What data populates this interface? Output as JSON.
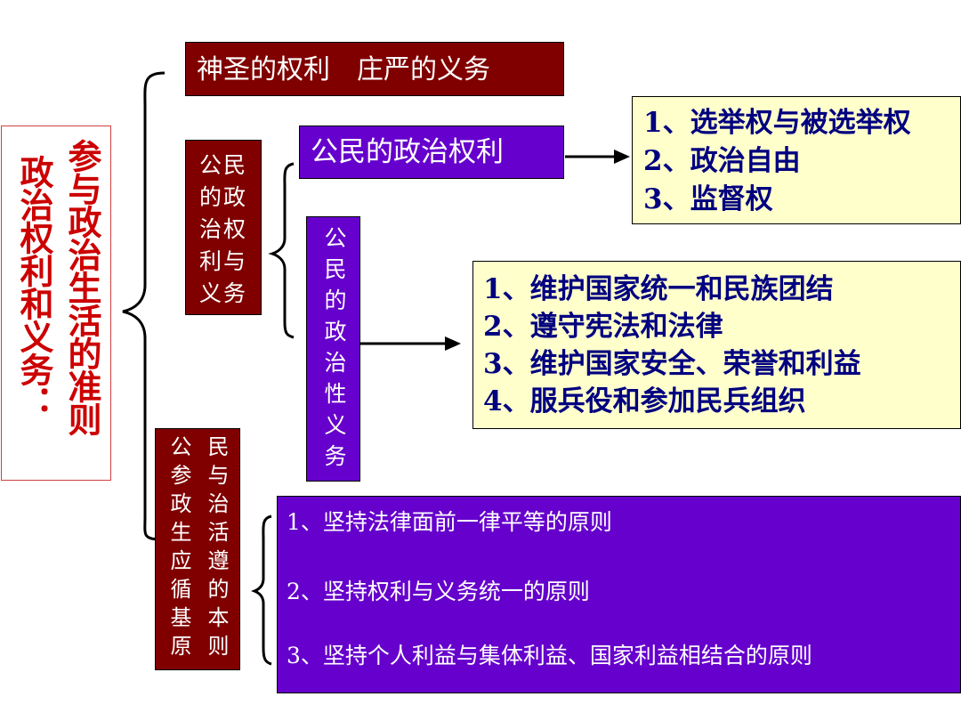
{
  "main_title": {
    "line1": "参与政治生活的准则",
    "line2": "政治权利和义务："
  },
  "top_box": "神圣的权利　庄严的义务",
  "rights_and_duties_box": [
    "公民",
    "的政",
    "治权",
    "利与",
    "义务"
  ],
  "political_rights": {
    "label": "公民的政治权利",
    "items": [
      "1、选举权与被选举权",
      "2、政治自由",
      "3、监督权"
    ]
  },
  "political_duties": {
    "label": "公民的政治性义务",
    "items": [
      "1、维护国家统一和民族团结",
      "2、遵守宪法和法律",
      "3、维护国家安全、荣誉和利益",
      "4、服兵役和参加民兵组织"
    ]
  },
  "principles_box": {
    "col_right": "公参政生应循基原",
    "col_left": "民与治活遵的本则"
  },
  "principles": {
    "items": [
      "1、坚持法律面前一律平等的原则",
      "2、坚持权利与义务统一的原则",
      "3、坚持个人利益与集体利益、国家利益相结合的原则"
    ]
  },
  "colors": {
    "maroon": "#800000",
    "purple": "#6600cc",
    "title_red": "#cc0000",
    "list_navy": "#000080",
    "list_bg": "#ffffcc"
  }
}
